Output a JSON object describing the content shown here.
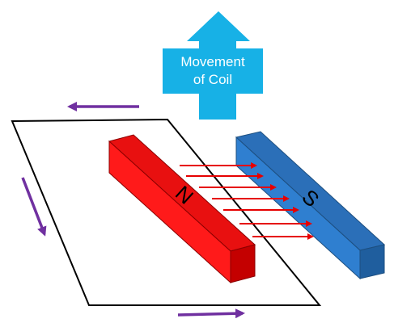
{
  "movement_arrow": {
    "label_line1": "Movement",
    "label_line2": "of Coil"
  },
  "magnets": {
    "north_label": "N",
    "south_label": "S"
  },
  "colors": {
    "north_front": "#ff1a1a",
    "north_top": "#e81010",
    "north_end": "#c40000",
    "south_front": "#2f7fd0",
    "south_top": "#2b6fb8",
    "south_end": "#1f5e9e",
    "field_lines": "#e60000",
    "current_arrows": "#7030a0",
    "movement_arrow": "#17b1e6",
    "coil": "#000000"
  }
}
